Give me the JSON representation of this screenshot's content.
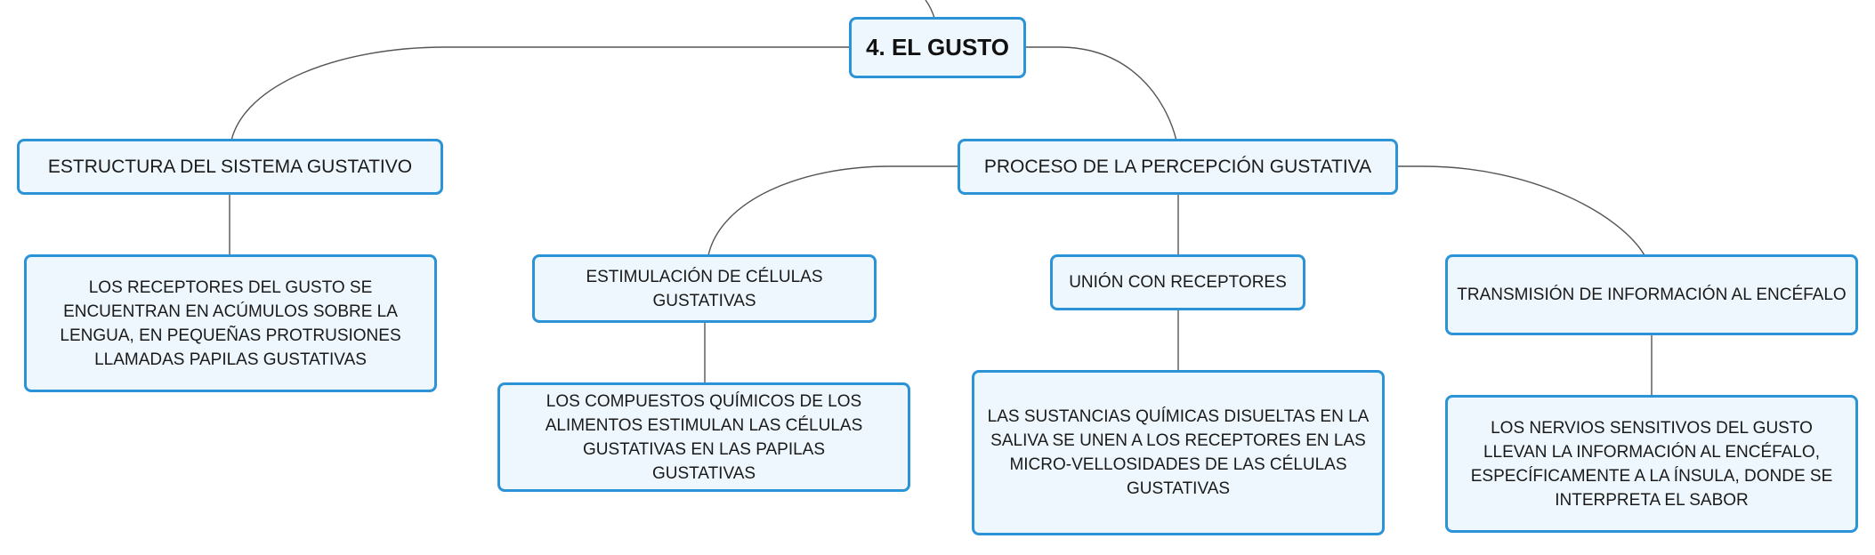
{
  "title": "4. EL GUSTO",
  "branches": [
    {
      "label": "ESTRUCTURA DEL SISTEMA GUSTATIVO",
      "detail": "LOS RECEPTORES DEL GUSTO SE ENCUENTRAN EN ACÚMULOS SOBRE LA LENGUA, EN PEQUEÑAS PROTRUSIONES LLAMADAS PAPILAS GUSTATIVAS"
    },
    {
      "label": "PROCESO DE LA PERCEPCIÓN GUSTATIVA",
      "steps": [
        {
          "label": "ESTIMULACIÓN DE CÉLULAS GUSTATIVAS",
          "detail": "LOS COMPUESTOS QUÍMICOS DE LOS ALIMENTOS ESTIMULAN LAS CÉLULAS GUSTATIVAS EN LAS PAPILAS GUSTATIVAS"
        },
        {
          "label": "UNIÓN CON RECEPTORES",
          "detail": "LAS SUSTANCIAS QUÍMICAS DISUELTAS EN LA SALIVA SE UNEN A LOS RECEPTORES EN LAS MICRO-VELLOSIDADES DE LAS CÉLULAS GUSTATIVAS"
        },
        {
          "label": "TRANSMISIÓN DE INFORMACIÓN AL ENCÉFALO",
          "detail": "LOS NERVIOS SENSITIVOS DEL GUSTO LLEVAN LA INFORMACIÓN AL ENCÉFALO, ESPECÍFICAMENTE A LA ÍNSULA, DONDE SE INTERPRETA EL SABOR"
        }
      ]
    }
  ],
  "colors": {
    "node_border": "#2b93d6",
    "node_fill": "#eef7fd",
    "connector": "#555555"
  }
}
